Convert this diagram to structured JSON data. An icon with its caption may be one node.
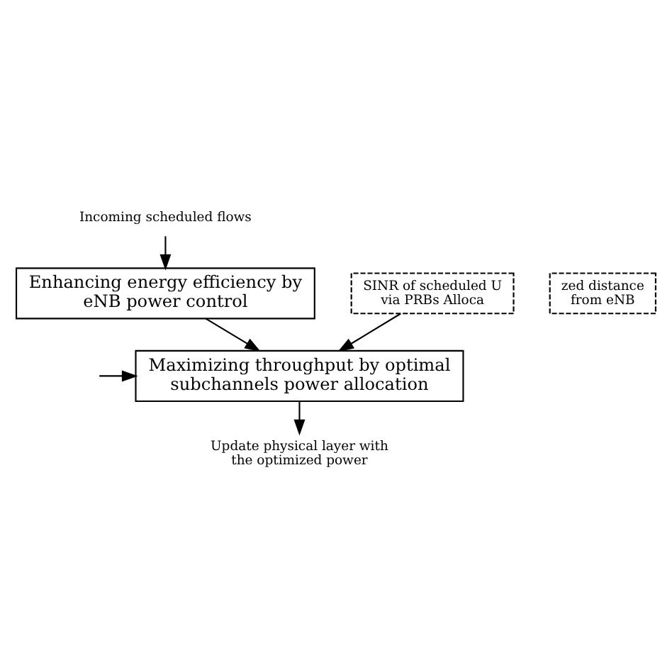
{
  "diagram": {
    "nodes": [
      {
        "text": [
          "Incoming scheduled flows"
        ]
      },
      {
        "text": [
          "Enhancing energy efficiency by eNB power control"
        ]
      },
      {
        "text": [
          "zed distance from eNB"
        ]
      },
      {
        "text": [
          "SINR of scheduled U via PRBs Alloca"
        ]
      },
      {
        "text": [
          "Maximizing throughput by optimal subchannels power allocation"
        ]
      },
      {
        "text": [
          "Update physical layer with the optimized power"
        ]
      }
    ],
    "edges": [
      {
        "from": 0,
        "to": 1,
        "arrow": "to"
      },
      {
        "from": 1,
        "to": 4,
        "arrow": "to"
      },
      {
        "from": 3,
        "to": 4,
        "arrow": "to"
      },
      {
        "from": null,
        "to": 4,
        "arrow": "to"
      },
      {
        "from": 4,
        "to": 5,
        "arrow": "to"
      }
    ]
  }
}
